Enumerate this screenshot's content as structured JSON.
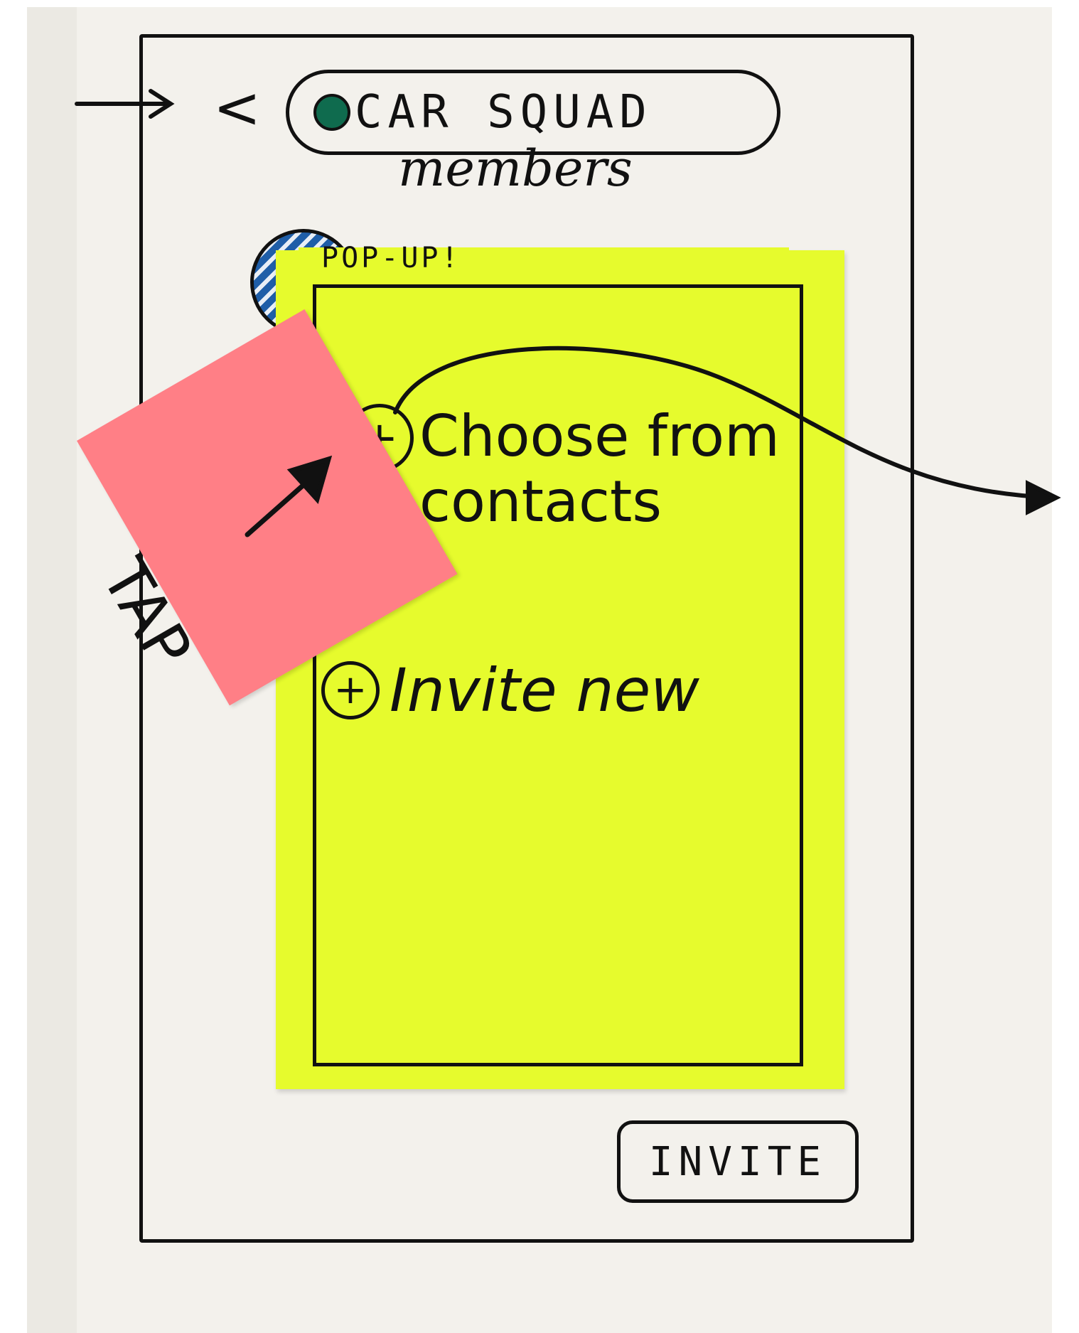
{
  "header": {
    "back_icon": "<",
    "title": "CAR SQUAD",
    "subtitle": "members",
    "group_dot_color": "#0f6b4e"
  },
  "popup": {
    "label": "POP-UP!",
    "options": [
      {
        "icon": "plus-circle-icon",
        "label": "Choose from contacts"
      },
      {
        "icon": "plus-circle-icon",
        "label": "Invite new"
      }
    ],
    "note_color": "#e6fb2d"
  },
  "annotation": {
    "tap_label": "TAP",
    "note_color": "#ff7f86"
  },
  "footer": {
    "invite_label": "INVITE"
  }
}
